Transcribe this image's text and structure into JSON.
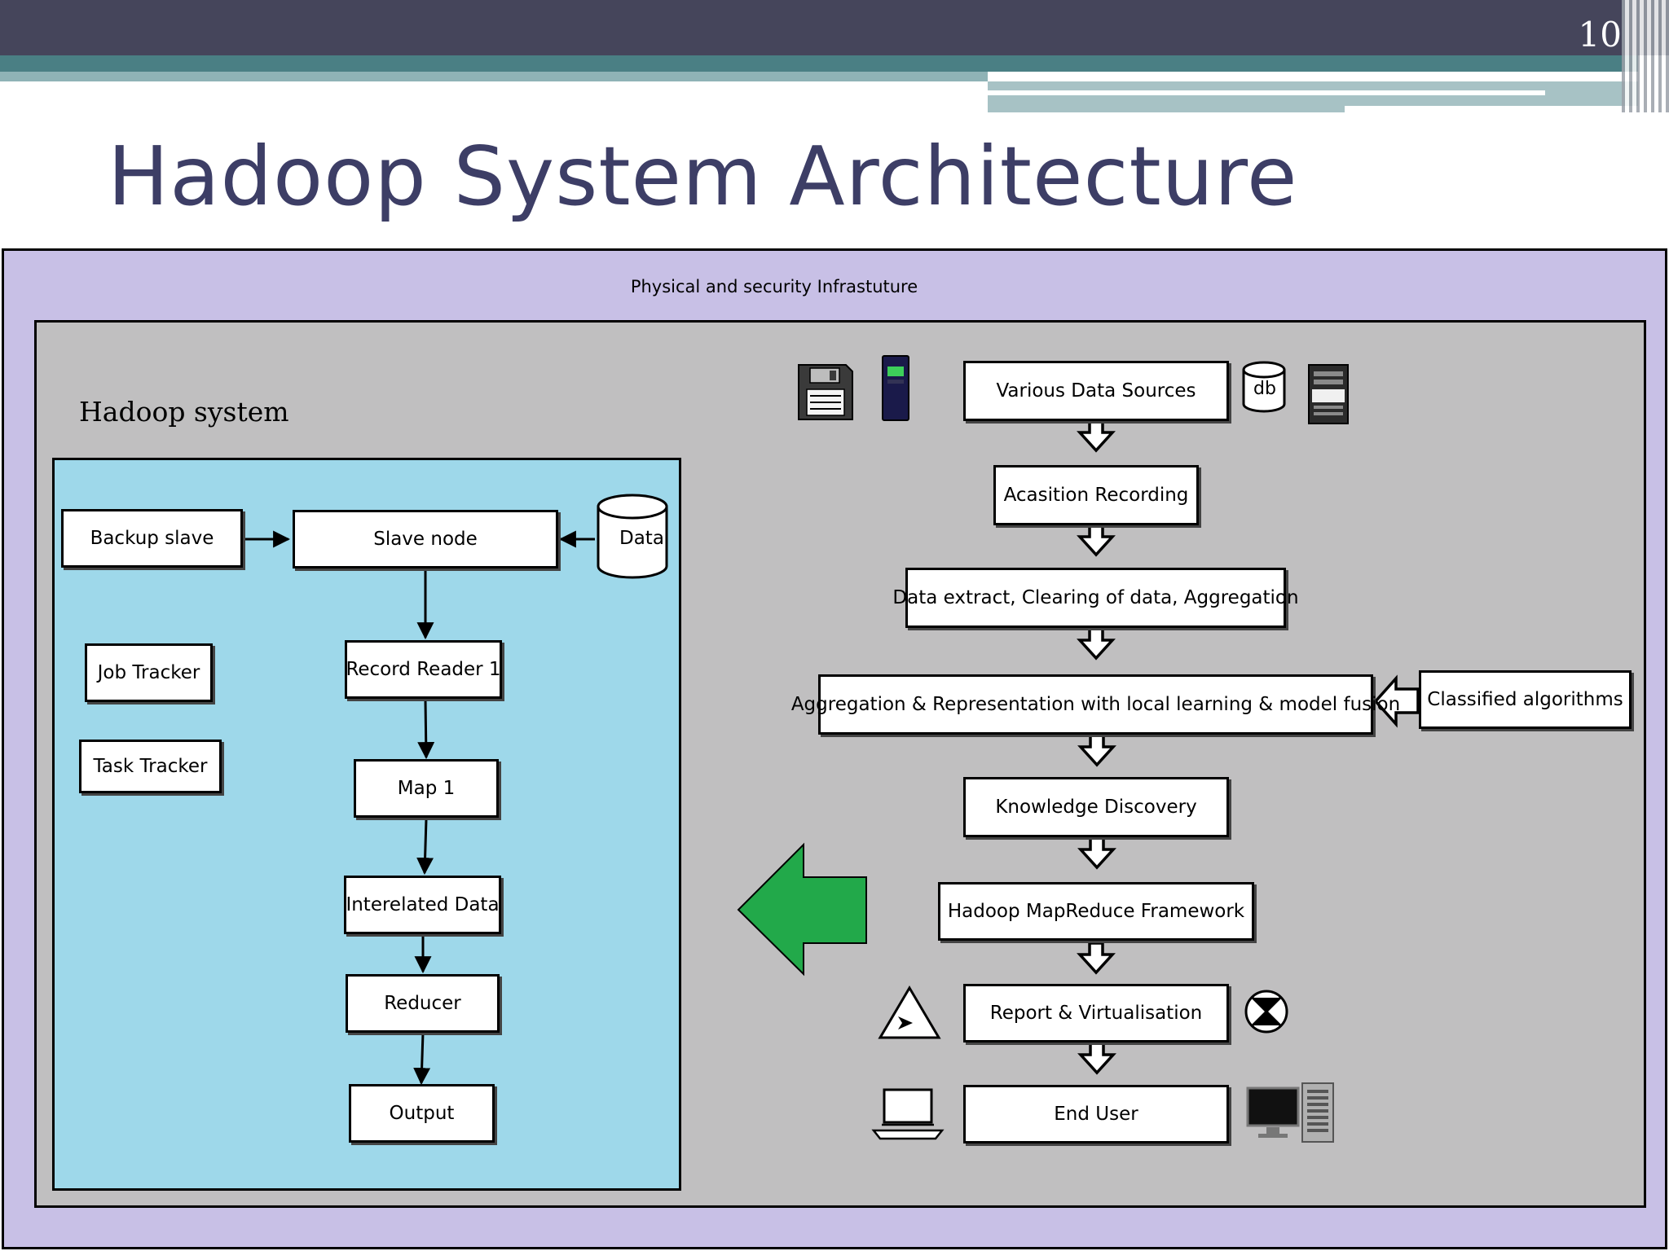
{
  "slide": {
    "number": "10",
    "title": "Hadoop System Architecture"
  },
  "colors": {
    "header_bar": "#45455b",
    "accent_teal": "#4a7f84",
    "outer_panel": "#c8c0e6",
    "inner_panel": "#c0bfc0",
    "hadoop_panel": "#9ed8ea",
    "green_arrow": "#22a94a",
    "title_text": "#3d3e66"
  },
  "infrastructure": {
    "label": "Physical and security Infrastuture"
  },
  "hadoop_system": {
    "title": "Hadoop system",
    "backup_slave": "Backup slave",
    "slave_node": "Slave node",
    "data_store": "Data",
    "job_tracker": "Job Tracker",
    "task_tracker": "Task Tracker",
    "pipeline": [
      "Record Reader 1",
      "Map 1",
      "Interelated Data",
      "Reducer",
      "Output"
    ]
  },
  "flow": {
    "steps": [
      "Various Data Sources",
      "Acasition Recording",
      "Data extract, Clearing of data, Aggregation",
      "Aggregation & Representation with local learning & model fusion",
      "Knowledge Discovery",
      "Hadoop MapReduce Framework",
      "Report & Virtualisation",
      "End User"
    ],
    "db_label": "db",
    "classified": "Classified algorithms"
  },
  "icons": [
    "floppy-disk-icon",
    "usb-drive-icon",
    "database-icon",
    "server-icon",
    "triangle-play-icon",
    "circle-x-icon",
    "laptop-icon",
    "desktop-computer-icon"
  ]
}
